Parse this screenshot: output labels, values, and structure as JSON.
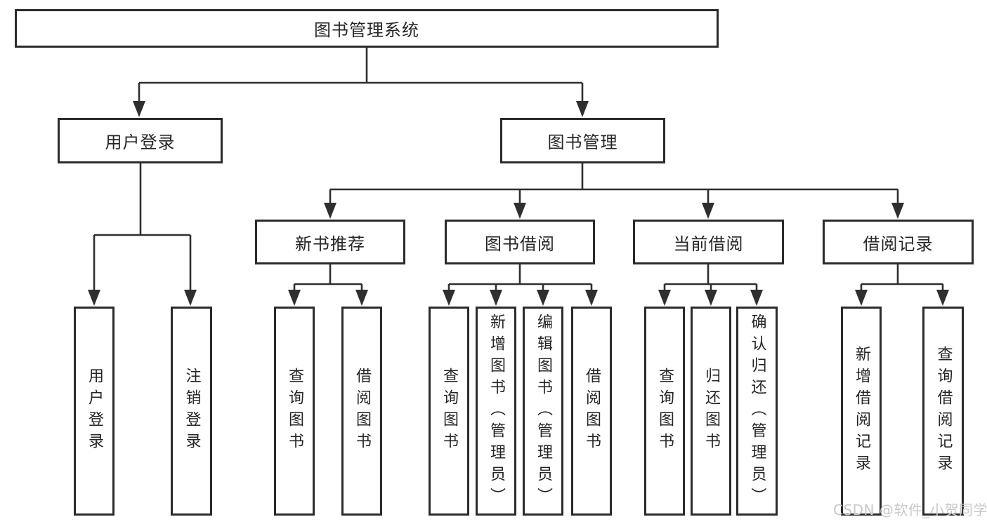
{
  "diagram": {
    "title": "图书管理系统",
    "colors": {
      "line": "#2f2f2f",
      "box_border": "#2b2b2b",
      "text": "#252525",
      "watermark": "#c8c8c8",
      "background": "#ffffff"
    },
    "hierarchy": {
      "root": "图书管理系统",
      "children": [
        {
          "label": "用户登录",
          "children": [
            "用户登录",
            "注销登录"
          ]
        },
        {
          "label": "图书管理",
          "children": [
            {
              "label": "新书推荐",
              "children": [
                "查询图书",
                "借阅图书"
              ]
            },
            {
              "label": "图书借阅",
              "children": [
                "查询图书",
                "新增图书（管理员）",
                "编辑图书（管理员）",
                "借阅图书"
              ]
            },
            {
              "label": "当前借阅",
              "children": [
                "查询图书",
                "归还图书",
                "确认归还（管理员）"
              ]
            },
            {
              "label": "借阅记录",
              "children": [
                "新增借阅记录",
                "查询借阅记录"
              ]
            }
          ]
        }
      ]
    }
  },
  "nodes": {
    "root": {
      "label": "图书管理系统"
    },
    "user_login": {
      "label": "用户登录"
    },
    "book_mgmt": {
      "label": "图书管理"
    },
    "new_book_rec": {
      "label": "新书推荐"
    },
    "book_borrow": {
      "label": "图书借阅"
    },
    "current_borrow": {
      "label": "当前借阅"
    },
    "borrow_records": {
      "label": "借阅记录"
    },
    "leaf_user_login": {
      "label": "用户登录"
    },
    "leaf_logout": {
      "label": "注销登录"
    },
    "leaf_query_rec": {
      "label": "查询图书"
    },
    "leaf_borrow_rec": {
      "label": "借阅图书"
    },
    "leaf_query_borrow": {
      "label": "查询图书"
    },
    "leaf_add_book": {
      "label": "新增图书（管理员）"
    },
    "leaf_edit_book": {
      "label": "编辑图书（管理员）"
    },
    "leaf_borrow_book": {
      "label": "借阅图书"
    },
    "leaf_query_current": {
      "label": "查询图书"
    },
    "leaf_return_book": {
      "label": "归还图书"
    },
    "leaf_confirm_return": {
      "label": "确认归还（管理员）"
    },
    "leaf_add_record": {
      "label": "新增借阅记录"
    },
    "leaf_query_record": {
      "label": "查询借阅记录"
    }
  },
  "watermark": {
    "text": "CSDN @软件_小贺同学"
  }
}
